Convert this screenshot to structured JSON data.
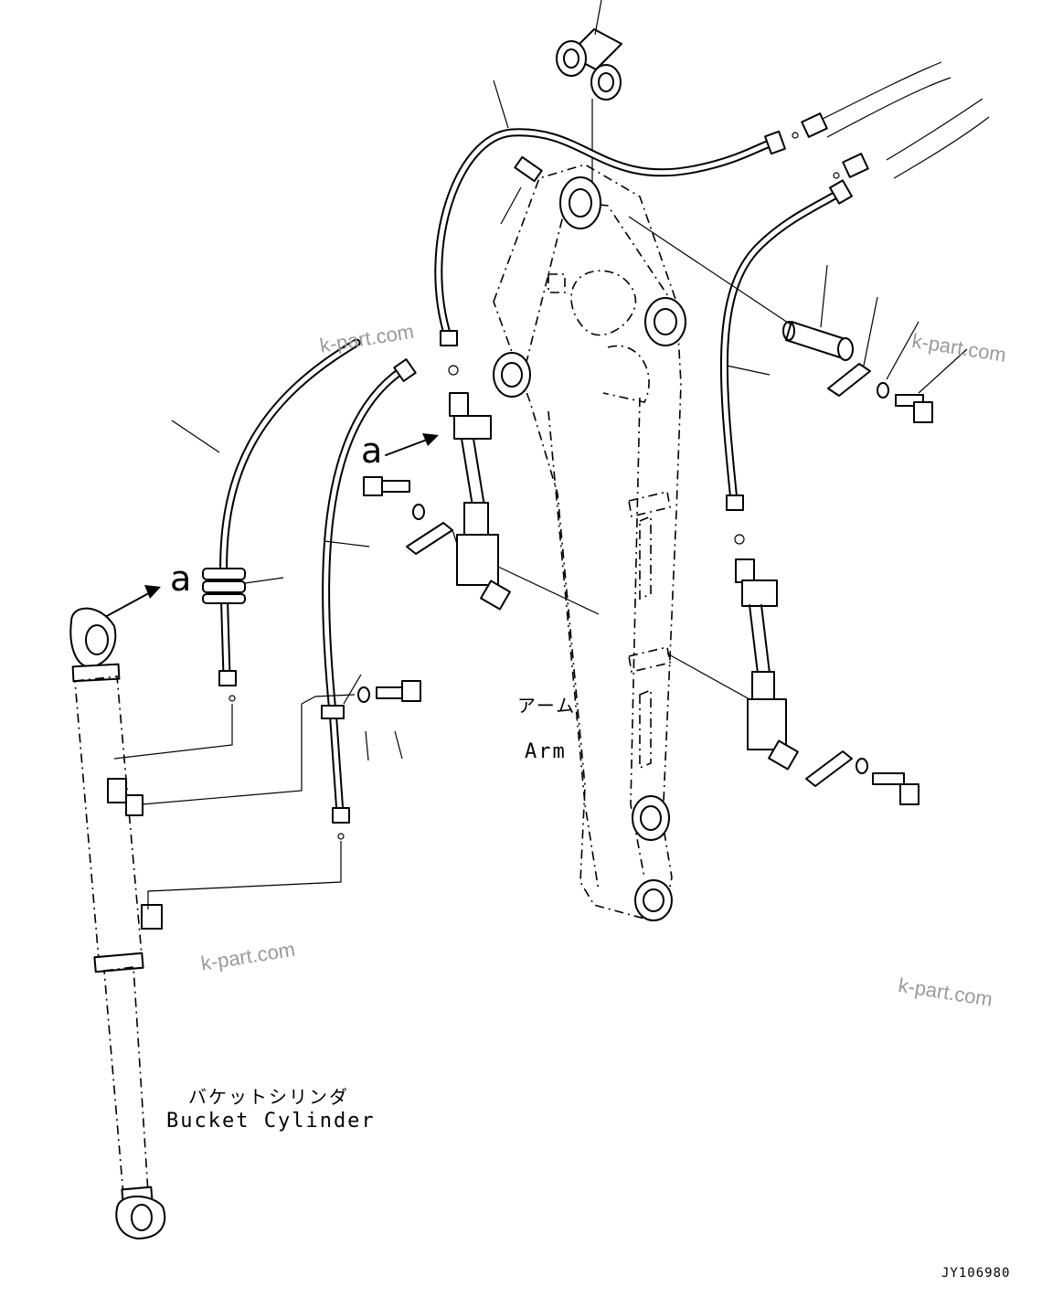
{
  "diagram": {
    "callouts": {
      "view_a_upper": "a",
      "view_a_lower": "a"
    },
    "labels": {
      "arm_jp": "アーム",
      "arm_en": "Arm",
      "bucket_cylinder_jp": "バケットシリンダ",
      "bucket_cylinder_en": "Bucket Cylinder"
    },
    "drawing_code": "JY106980",
    "watermarks": [
      "k-part.com",
      "k-part.com",
      "k-part.com",
      "k-part.com"
    ]
  }
}
